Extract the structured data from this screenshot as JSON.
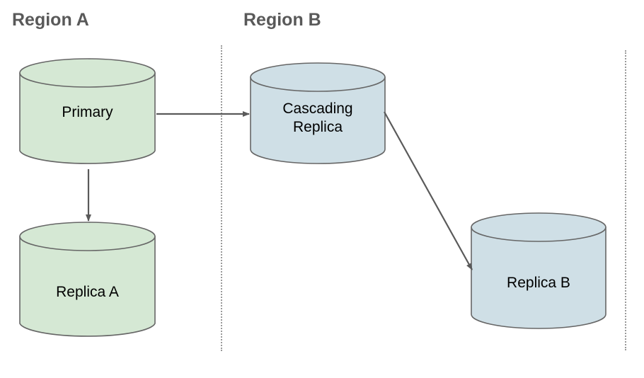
{
  "diagram": {
    "title_regions": [
      {
        "id": "region-a",
        "label": "Region A"
      },
      {
        "id": "region-b",
        "label": "Region B"
      }
    ],
    "nodes": [
      {
        "id": "primary",
        "label": "Primary",
        "shape": "cylinder",
        "fill": "#d5e8d4",
        "stroke": "#666666",
        "region": "Region A"
      },
      {
        "id": "replica-a",
        "label": "Replica A",
        "shape": "cylinder",
        "fill": "#d5e8d4",
        "stroke": "#666666",
        "region": "Region A"
      },
      {
        "id": "cascading-replica",
        "label": "Cascading\nReplica",
        "shape": "cylinder",
        "fill": "#cfdfe6",
        "stroke": "#666666",
        "region": "Region B"
      },
      {
        "id": "replica-b",
        "label": "Replica B",
        "shape": "cylinder",
        "fill": "#cfdfe6",
        "stroke": "#666666",
        "region": "Region B"
      }
    ],
    "edges": [
      {
        "id": "primary-to-cascading",
        "from": "primary",
        "to": "cascading-replica",
        "style": "solid-arrow",
        "color": "#5a5a5a"
      },
      {
        "id": "primary-to-replica-a",
        "from": "primary",
        "to": "replica-a",
        "style": "solid-arrow",
        "color": "#5a5a5a"
      },
      {
        "id": "cascading-to-replica-b",
        "from": "cascading-replica",
        "to": "replica-b",
        "style": "solid-arrow",
        "color": "#5a5a5a"
      }
    ],
    "dividers": [
      {
        "id": "divider-1",
        "style": "dotted",
        "color": "#9a9a9a"
      },
      {
        "id": "divider-2",
        "style": "dotted",
        "color": "#9a9a9a"
      }
    ]
  }
}
